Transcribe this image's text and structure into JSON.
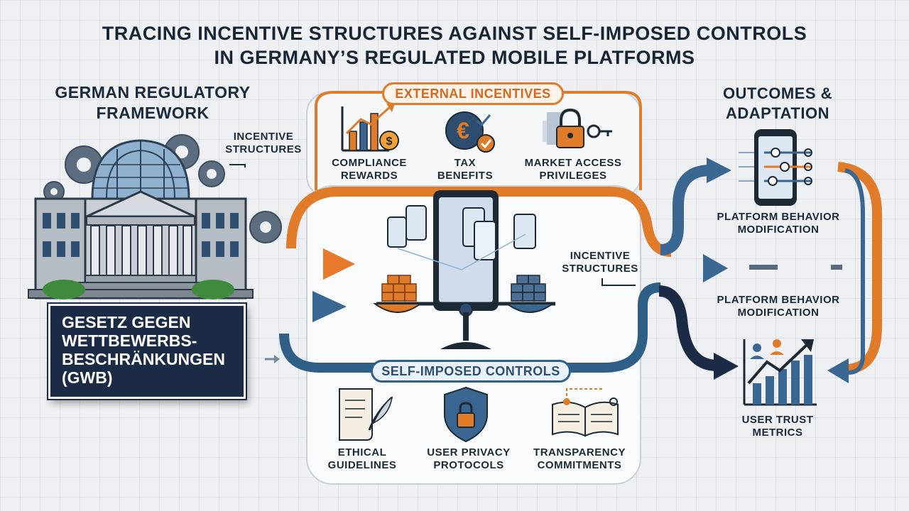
{
  "title": {
    "line1": "TRACING INCENTIVE STRUCTURES AGAINST SELF-IMPOSED CONTROLS",
    "line2": "IN GERMANY’S REGULATED MOBILE PLATFORMS"
  },
  "left": {
    "heading": "GERMAN REGULATORY FRAMEWORK",
    "callout": "INCENTIVE STRUCTURES",
    "law_box": {
      "line1": "GESETZ GEGEN",
      "line2": "WETTBEWERBS-",
      "line3": "BESCHRÄNKUNGEN",
      "line4": "(GWB)"
    }
  },
  "external_incentives": {
    "label": "EXTERNAL INCENTIVES",
    "items": [
      {
        "line1": "COMPLIANCE",
        "line2": "REWARDS",
        "icon": "bar-chart-dollar-icon"
      },
      {
        "line1": "TAX",
        "line2": "BENEFITS",
        "icon": "euro-check-icon"
      },
      {
        "line1": "MARKET ACCESS",
        "line2": "PRIVILEGES",
        "icon": "lock-key-icon"
      }
    ]
  },
  "center": {
    "callout": "INCENTIVE STRUCTURES",
    "icon": "balance-scale-devices-icon"
  },
  "self_imposed_controls": {
    "label": "SELF-IMPOSED CONTROLS",
    "items": [
      {
        "line1": "ETHICAL",
        "line2": "GUIDELINES",
        "icon": "scroll-quill-icon"
      },
      {
        "line1": "USER PRIVACY",
        "line2": "PROTOCOLS",
        "icon": "shield-lock-icon"
      },
      {
        "line1": "TRANSPARENCY",
        "line2": "COMMITMENTS",
        "icon": "open-book-icon"
      }
    ]
  },
  "outcomes": {
    "heading": "OUTCOMES & ADAPTATION",
    "items": [
      {
        "line1": "PLATFORM BEHAVIOR",
        "line2": "MODIFICATION",
        "icon": "phone-toggles-icon"
      },
      {
        "line1": "PLATFORM BEHAVIOR",
        "line2": "MODIFICATION"
      },
      {
        "line1": "USER TRUST",
        "line2": "METRICS",
        "icon": "trust-chart-icon"
      }
    ]
  },
  "colors": {
    "orange": "#e07b2a",
    "blue": "#2f5e86",
    "navy": "#1c2b45"
  }
}
